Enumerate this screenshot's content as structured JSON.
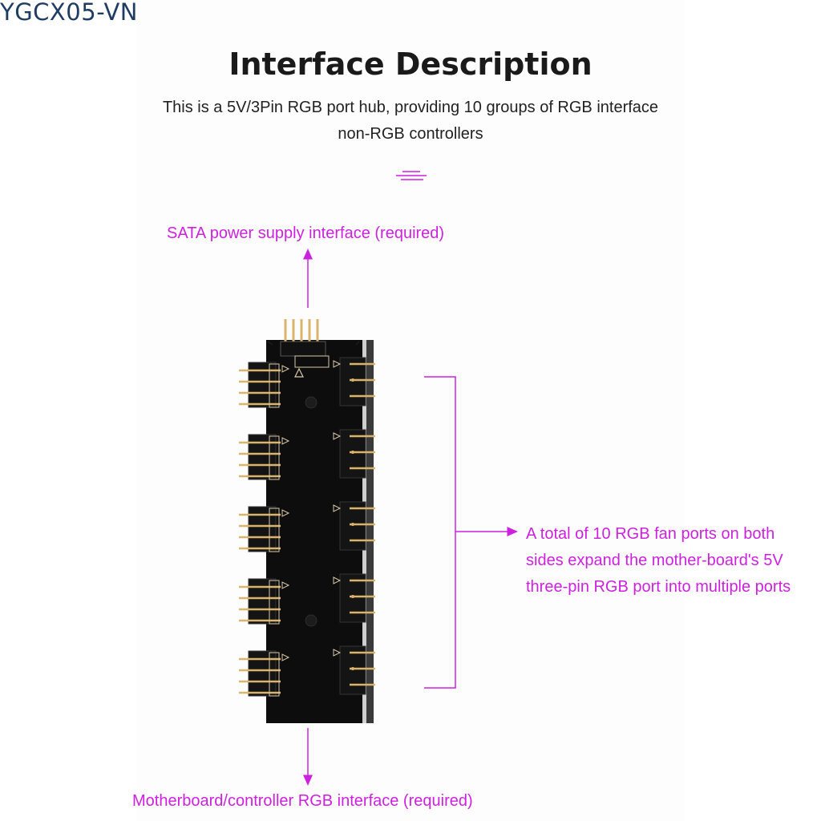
{
  "model_tag": "YGCX05-VN",
  "title": "Interface Description",
  "subtitle_lines": [
    "This is a 5V/3Pin RGB port hub, providing 10 groups of RGB interface",
    "non-RGB controllers"
  ],
  "callouts": {
    "top": "SATA power supply interface (required)",
    "right": "A total of 10 RGB fan ports on both sides expand the mother-board's 5V three-pin RGB port into multiple ports",
    "bottom": "Motherboard/controller RGB interface (required)"
  },
  "colors": {
    "accent": "#cc22dd",
    "title": "#1a1a1a",
    "model_tag": "#1f3d63",
    "board": "#0d0d0d"
  },
  "icons": [
    "decorative-lines-icon",
    "arrow-up-icon",
    "arrow-down-icon",
    "arrow-right-icon"
  ]
}
